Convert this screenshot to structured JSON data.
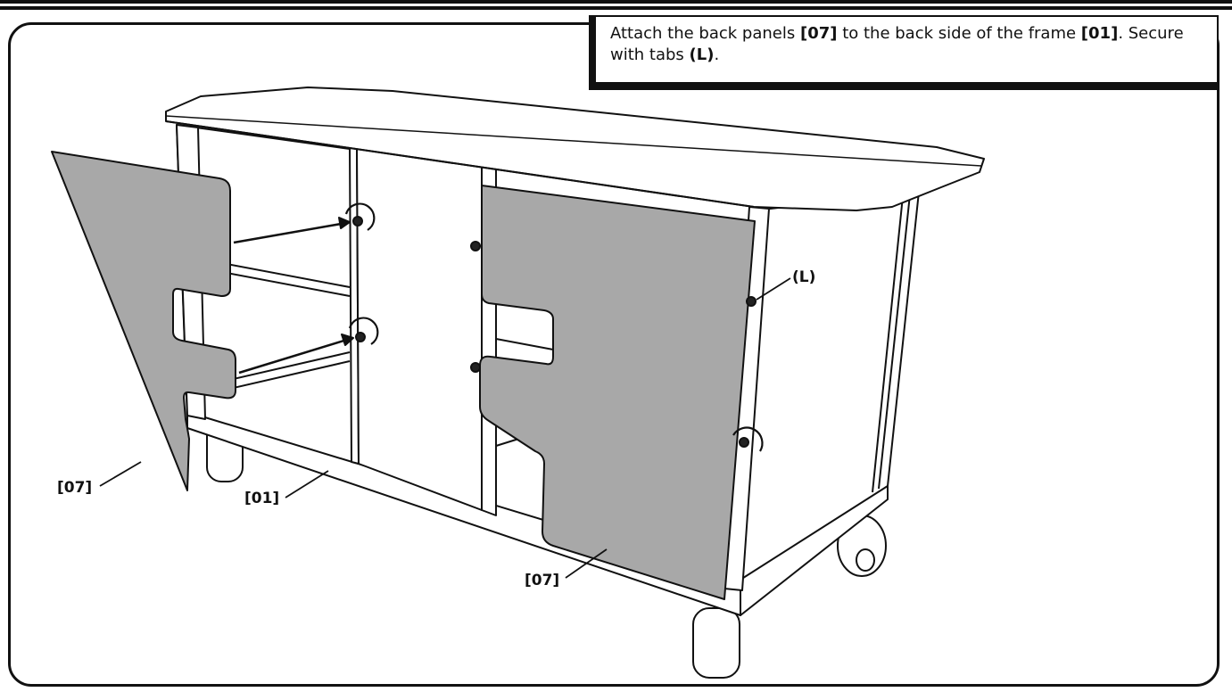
{
  "instruction": {
    "part1": "Attach the back panels ",
    "part2": "[07]",
    "part3": " to the back side of the frame ",
    "part4": "[01]",
    "part5": ". Secure with tabs ",
    "part6": "(L)",
    "part7": "."
  },
  "callouts": {
    "panel_left": "[07]",
    "frame": "[01]",
    "panel_right": "[07]",
    "tab": "(L)"
  },
  "colors": {
    "panel_fill": "#a8a8a8",
    "line": "#111111",
    "frame_fill": "#ffffff"
  }
}
